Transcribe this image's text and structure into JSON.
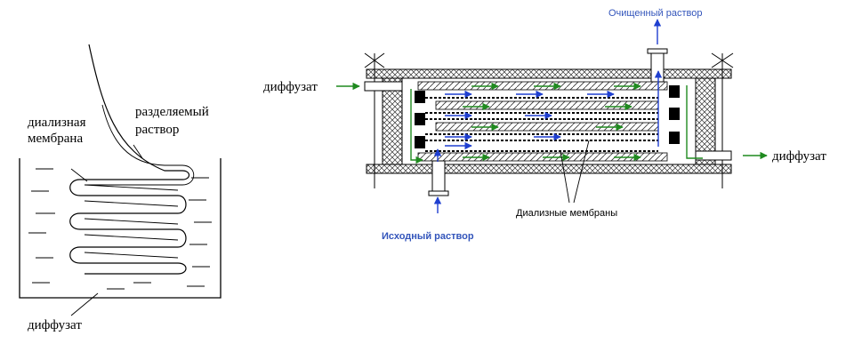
{
  "left_diagram": {
    "membrane_label_line1": "диализная",
    "membrane_label_line2": "мембрана",
    "solution_label_line1": "разделяемый",
    "solution_label_line2": "раствор",
    "diffusate_label": "диффузат"
  },
  "right_diagram": {
    "diffusate_in_label": "диффузат",
    "diffusate_out_label": "диффузат",
    "purified_solution_label": "Очищенный раствор",
    "initial_solution_label": "Исходный раствор",
    "membranes_label": "Диализные мембраны"
  },
  "colors": {
    "line": "#000000",
    "flow_green": "#1f8a1f",
    "flow_blue": "#1f3fd0",
    "label_blue": "#3355bb"
  }
}
